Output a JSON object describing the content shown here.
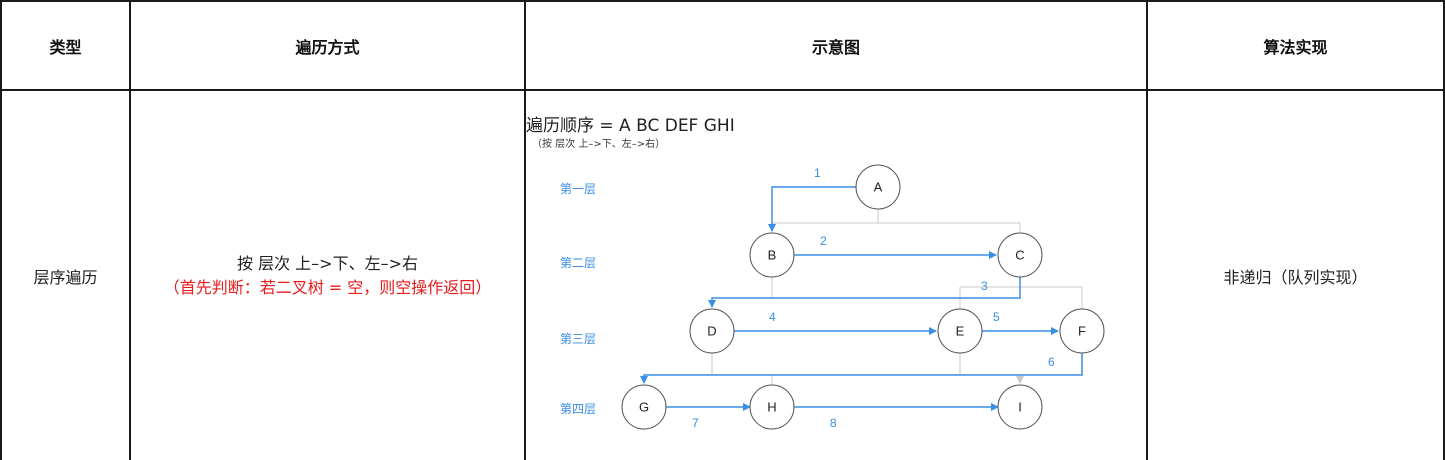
{
  "table": {
    "headers": {
      "type": "类型",
      "method": "遍历方式",
      "diagram": "示意图",
      "impl": "算法实现"
    },
    "row": {
      "type": "层序遍历",
      "method_line1": "按 层次 上–>下、左–>右",
      "method_line2": "（首先判断：若二叉树 = 空，则空操作返回）",
      "impl": "非递归（队列实现）"
    }
  },
  "diagram": {
    "order_title": "遍历顺序 = A BC DEF GHI",
    "order_sub": "（按 层次 上–>下、左–>右）",
    "levels": [
      "第一层",
      "第二层",
      "第三层",
      "第四层"
    ],
    "nodes": [
      "A",
      "B",
      "C",
      "D",
      "E",
      "F",
      "G",
      "H",
      "I"
    ],
    "step_labels": [
      "1",
      "2",
      "3",
      "4",
      "5",
      "6",
      "7",
      "8"
    ],
    "colors": {
      "arrow": "#3a8ee6",
      "tree_edge": "#c8c8c8",
      "node_border": "#555555",
      "level_text": "#3a8ee6",
      "highlight_text": "#e81c1c"
    }
  }
}
